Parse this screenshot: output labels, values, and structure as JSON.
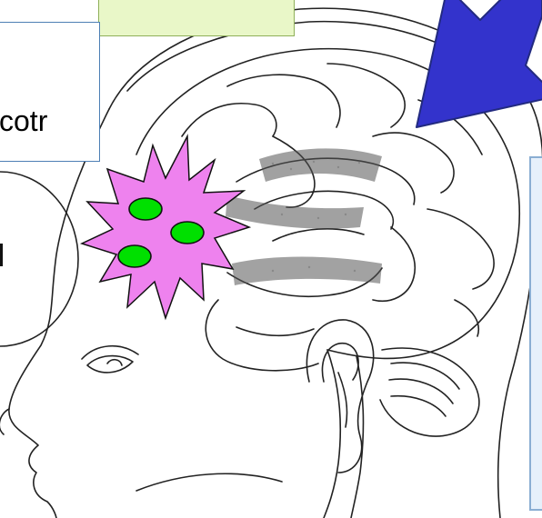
{
  "labels": {
    "banner_text": "",
    "cortex_text": "cotr",
    "oval_text": "l"
  },
  "colors": {
    "banner_fill": "#e9f7c8",
    "starburst_fill": "#ee82ee",
    "neuron_fill": "#00e000",
    "arrow_fill": "#3333cc",
    "panel_fill": "#e6f0fb"
  },
  "icons": [
    "brain-illustration",
    "starburst-icon",
    "down-left-arrow-icon"
  ]
}
